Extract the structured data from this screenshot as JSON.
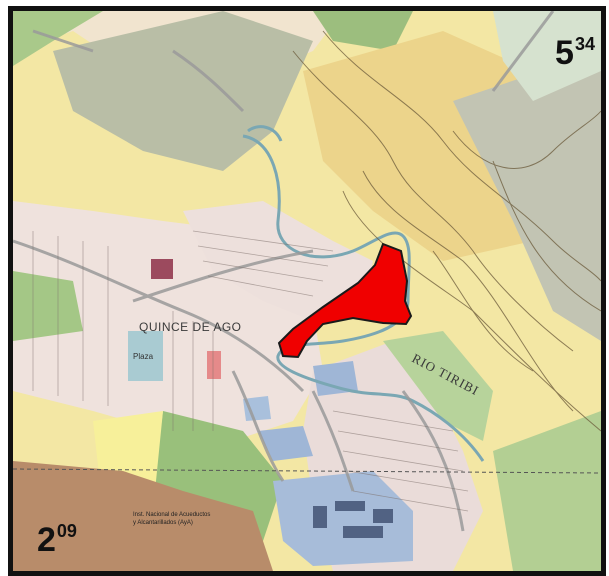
{
  "corner_labels": {
    "top_right": {
      "main": "5",
      "sup": "34"
    },
    "bottom_left": {
      "main": "2",
      "sup": "09"
    }
  },
  "map_labels": {
    "place": "QUINCE DE AGO",
    "river": "RIO TIRIBI",
    "plaza": "Plaza",
    "institution_line1": "Inst. Nacional de Acueductos",
    "institution_line2": "y Alcantarillados (AyA)"
  },
  "colors": {
    "highlight": "#f00000",
    "base_yellow": "#f3e7a4",
    "urban_pink": "#efe2e0",
    "forest_green": "#a9c98a",
    "grey_zone": "#c7c9b8",
    "brown_zone": "#b88c6a",
    "blue_zone": "#9fb8d8"
  }
}
